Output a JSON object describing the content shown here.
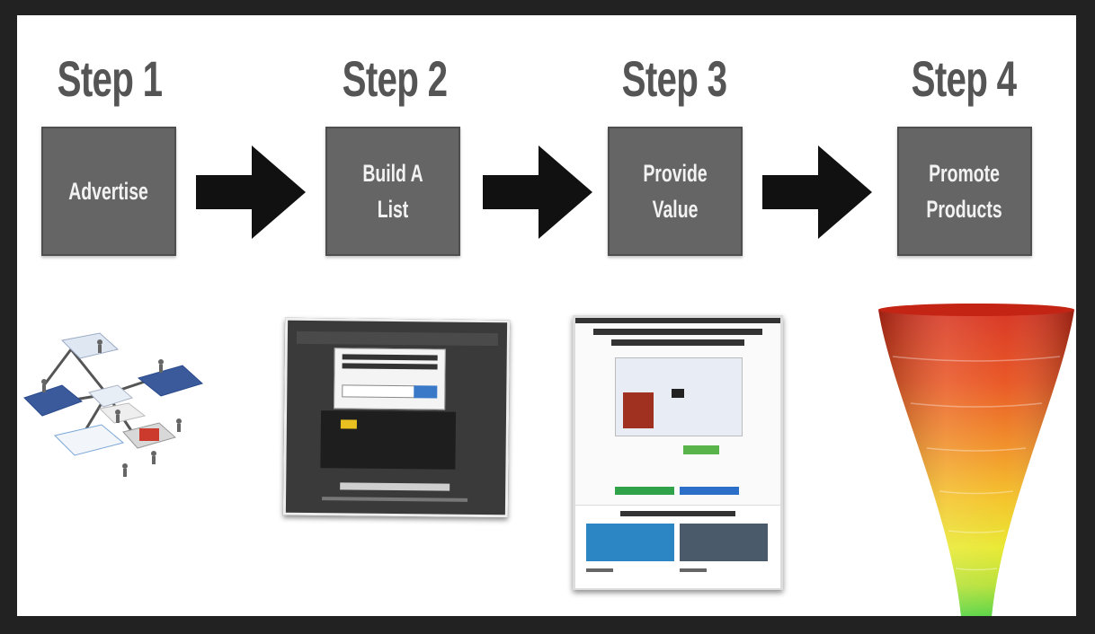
{
  "steps": [
    {
      "title": "Step 1",
      "label": "Advertise"
    },
    {
      "title": "Step 2",
      "label": "Build A List"
    },
    {
      "title": "Step 3",
      "label": "Provide Value"
    },
    {
      "title": "Step 4",
      "label": "Promote\nProducts"
    }
  ],
  "colors": {
    "frame": "#222222",
    "background": "#ffffff",
    "box_fill": "#656565",
    "box_text": "#f2f2f2",
    "title_text": "#555555",
    "arrow": "#111111"
  },
  "icons": [
    "social-network-icon",
    "arrow-right-icon",
    "funnel-icon"
  ]
}
